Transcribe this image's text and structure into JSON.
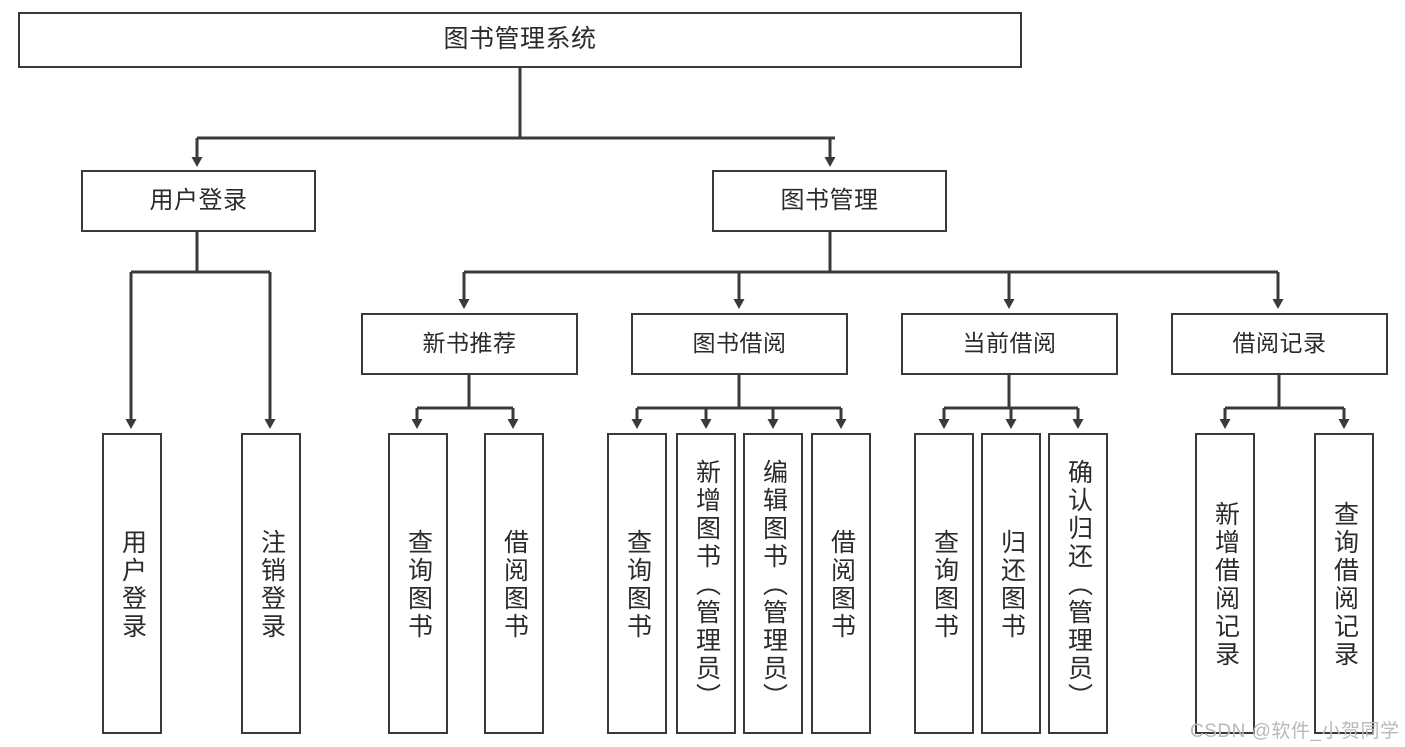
{
  "diagram": {
    "title": "图书管理系统",
    "type": "tree-hierarchy-diagram",
    "colors": {
      "box_border": "#3a3a3a",
      "box_fill": "#ffffff",
      "connector": "#3a3a3a",
      "text": "#2b2b2b",
      "background": "#ffffff",
      "watermark": "#b9b9b9"
    },
    "root": {
      "label": "图书管理系统"
    },
    "level2": [
      {
        "label": "用户登录"
      },
      {
        "label": "图书管理"
      }
    ],
    "level3": [
      {
        "label": "新书推荐"
      },
      {
        "label": "图书借阅"
      },
      {
        "label": "当前借阅"
      },
      {
        "label": "借阅记录"
      }
    ],
    "leaves": [
      {
        "label": "用户登录"
      },
      {
        "label": "注销登录"
      },
      {
        "label": "查询图书"
      },
      {
        "label": "借阅图书"
      },
      {
        "label": "查询图书"
      },
      {
        "label": "新增图书（管理员）"
      },
      {
        "label": "编辑图书（管理员）"
      },
      {
        "label": "借阅图书"
      },
      {
        "label": "查询图书"
      },
      {
        "label": "归还图书"
      },
      {
        "label": "确认归还（管理员）"
      },
      {
        "label": "新增借阅记录"
      },
      {
        "label": "查询借阅记录"
      }
    ]
  },
  "watermark": {
    "text": "CSDN @软件_小贺同学"
  }
}
